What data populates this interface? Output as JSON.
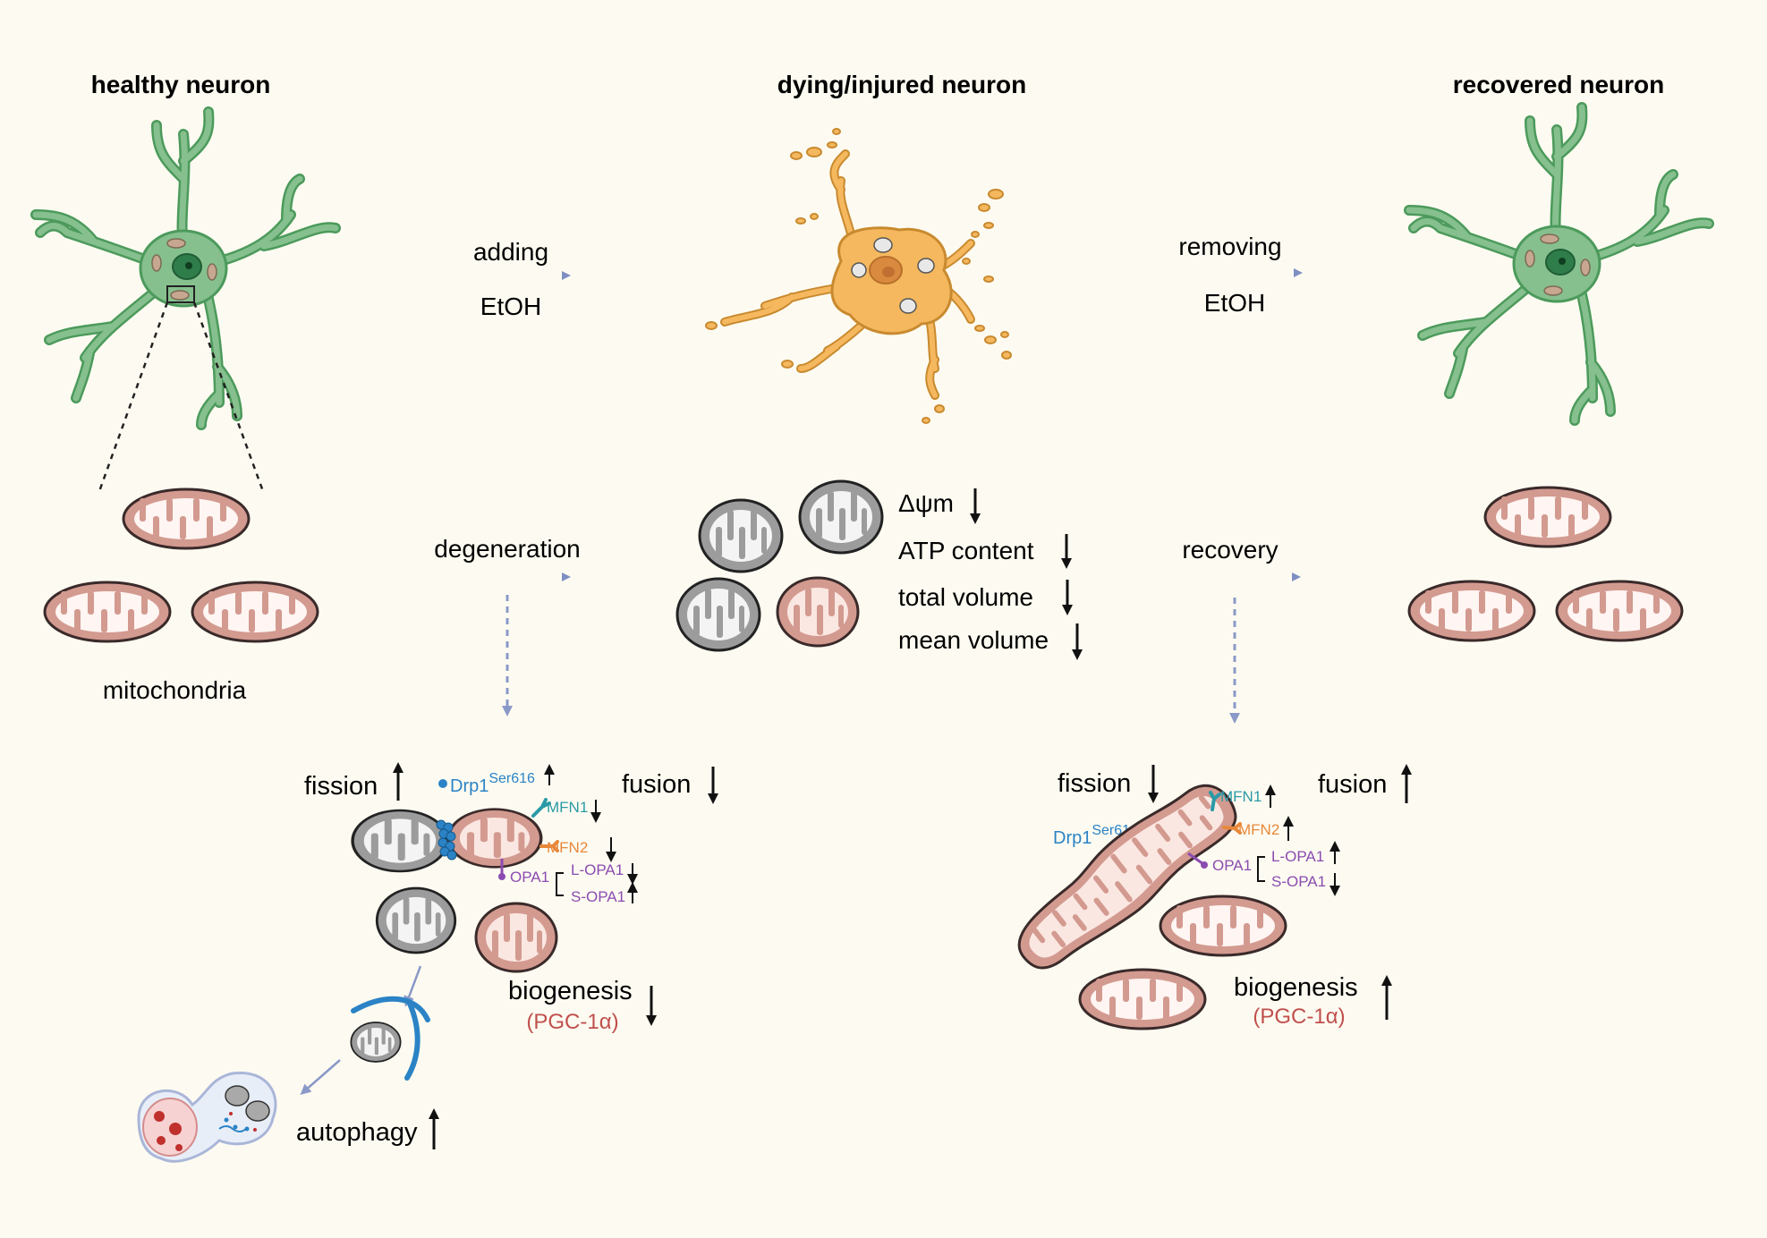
{
  "titles": {
    "healthy": "healthy neuron",
    "dying": "dying/injured neuron",
    "recovered": "recovered neuron"
  },
  "arrows": {
    "add_top": "adding",
    "add_bottom": "EtOH",
    "remove_top": "removing",
    "remove_bottom": "EtOH",
    "degeneration": "degeneration",
    "recovery": "recovery"
  },
  "mito_label": "mitochondria",
  "injured_metrics": [
    "Δψm",
    "ATP content",
    "total volume",
    "mean volume"
  ],
  "degeneration_panel": {
    "fission": "fission",
    "fusion": "fusion",
    "drp1": "Drp1",
    "drp1_sup": "Ser616",
    "mfn1": "MFN1",
    "mfn2": "MFN2",
    "opa1": "OPA1",
    "l_opa1": "L-OPA1",
    "s_opa1": "S-OPA1",
    "biogenesis": "biogenesis",
    "pgc": "(PGC-1α)",
    "autophagy": "autophagy"
  },
  "recovery_panel": {
    "fission": "fission",
    "fusion": "fusion",
    "drp1": "Drp1",
    "drp1_sup": "Ser616",
    "mfn1": "MFN1",
    "mfn2": "MFN2",
    "opa1": "OPA1",
    "l_opa1": "L-OPA1",
    "s_opa1": "S-OPA1",
    "biogenesis": "biogenesis",
    "pgc": "(PGC-1α)"
  },
  "colors": {
    "background": "#fdfbf1",
    "neuron_green": "#86c08e",
    "neuron_outline": "#4c9a5c",
    "injured_orange": "#f5b85f",
    "mito_healthy": "#d39a90",
    "mito_damaged": "#a9a9a9",
    "arrow_blue": "#8a99c8",
    "drp1_blue": "#2b83c6",
    "mfn1_teal": "#2a9aa6",
    "mfn2_orange": "#e8883a",
    "opa1_purple": "#8b4bb0",
    "pgc_red": "#c0504d"
  }
}
